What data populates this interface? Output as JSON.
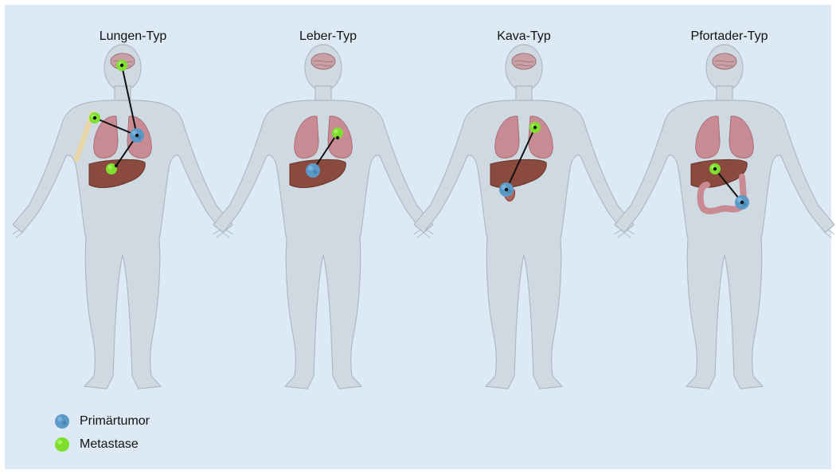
{
  "figures": [
    {
      "title": "Lungen-Typ"
    },
    {
      "title": "Leber-Typ"
    },
    {
      "title": "Kava-Typ"
    },
    {
      "title": "Pfortader-Typ"
    }
  ],
  "legend": [
    {
      "label": "Primärtumor",
      "icon": "primary-tumor-icon"
    },
    {
      "label": "Metastase",
      "icon": "metastasis-icon"
    }
  ],
  "colors": {
    "background": "#dde9f5",
    "body": "#cfd9e2",
    "body_outline": "#aeb9c4",
    "lung": "#c98b93",
    "liver": "#8a4b3e",
    "brain": "#c9a0a6",
    "bone": "#e7d6a9",
    "colon": "#c98a92",
    "primary_tumor": "#5b9ac7",
    "metastasis": "#7ee02c"
  }
}
